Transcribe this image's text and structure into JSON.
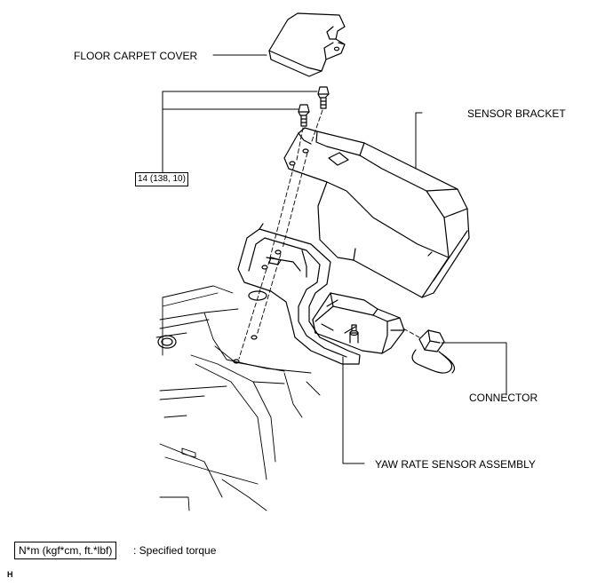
{
  "labels": {
    "floor_carpet_cover": "FLOOR CARPET COVER",
    "sensor_bracket": "SENSOR BRACKET",
    "connector": "CONNECTOR",
    "yaw_rate_sensor_assembly": "YAW RATE SENSOR ASSEMBLY"
  },
  "torque": "14 (138, 10)",
  "legend": {
    "unit_box": "N*m (kgf*cm, ft.*lbf)",
    "text": ": Specified torque"
  },
  "figure_code": "H"
}
